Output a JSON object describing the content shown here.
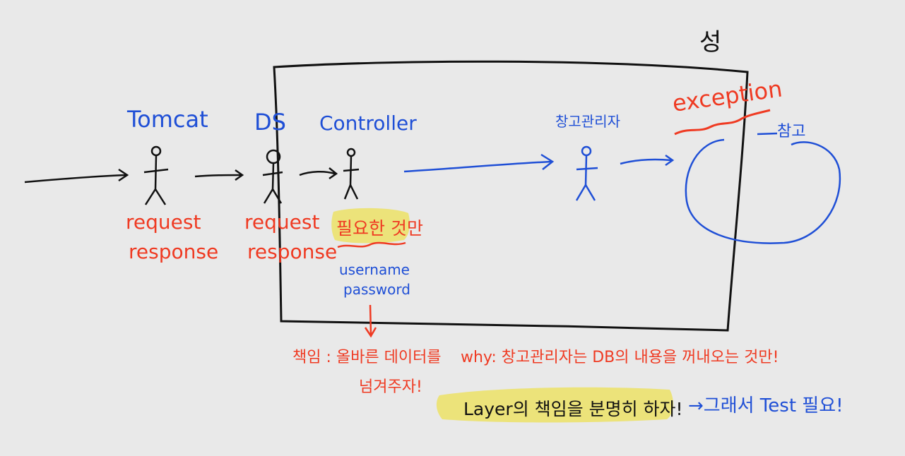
{
  "corner_mark": "성",
  "actors": {
    "tomcat": {
      "label": "Tomcat",
      "notes": [
        "request",
        "response"
      ]
    },
    "ds": {
      "label": "DS",
      "notes": [
        "request",
        "response"
      ]
    },
    "controller": {
      "label": "Controller",
      "highlight": "필요한 것만",
      "fields": [
        "username",
        "password"
      ]
    },
    "manager": {
      "label": "창고관리자"
    }
  },
  "exception": {
    "label": "exception",
    "ref_label": "참고"
  },
  "responsibility_note": {
    "line1": "책임 : 올바른 데이터를",
    "line2": "넘겨주자!"
  },
  "why_note": "why: 창고관리자는 DB의 내용을 꺼내오는 것만!",
  "conclusion": {
    "highlight": "Layer의 책임을 분명히 하자!",
    "tail": "→그래서 Test 필요!"
  },
  "colors": {
    "blue": "#1f4fd6",
    "red": "#ef3a22",
    "highlight": "#ece374",
    "ink": "#111111"
  }
}
